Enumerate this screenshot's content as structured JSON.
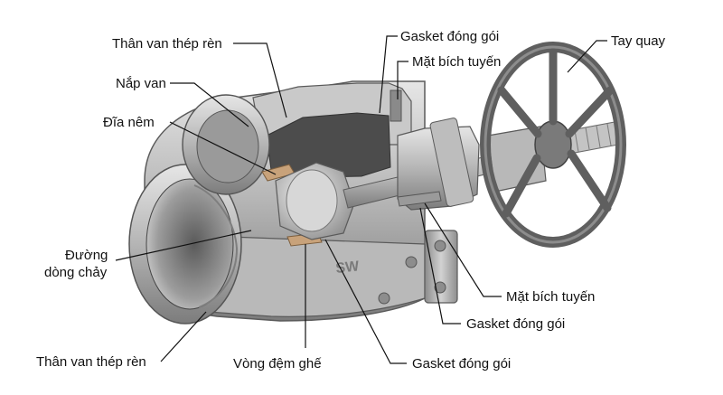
{
  "labels": {
    "forged_body_top": "Thân van thép rèn",
    "bonnet": "Nắp van",
    "wedge_disc": "Đĩa nêm",
    "flow_path_line1": "Đường",
    "flow_path_line2": "dòng chảy",
    "forged_body_bottom": "Thân van thép rèn",
    "seat_ring": "Vòng đệm ghế",
    "packing_gasket_bottom": "Gasket đóng gói",
    "packing_gasket_right": "Gasket đóng gói",
    "gland_flange_right": "Mặt bích tuyến",
    "gland_flange_top": "Mặt bích tuyến",
    "packing_gasket_top": "Gasket đóng gói",
    "handwheel": "Tay quay"
  },
  "body_marking": "SW",
  "colors": {
    "steel_light": "#d9d9d9",
    "steel_mid": "#a9a9a9",
    "steel_dark": "#6e6e6e",
    "handwheel": "#5f5f5f",
    "gasket": "#c8a27a",
    "text": "#111111"
  }
}
